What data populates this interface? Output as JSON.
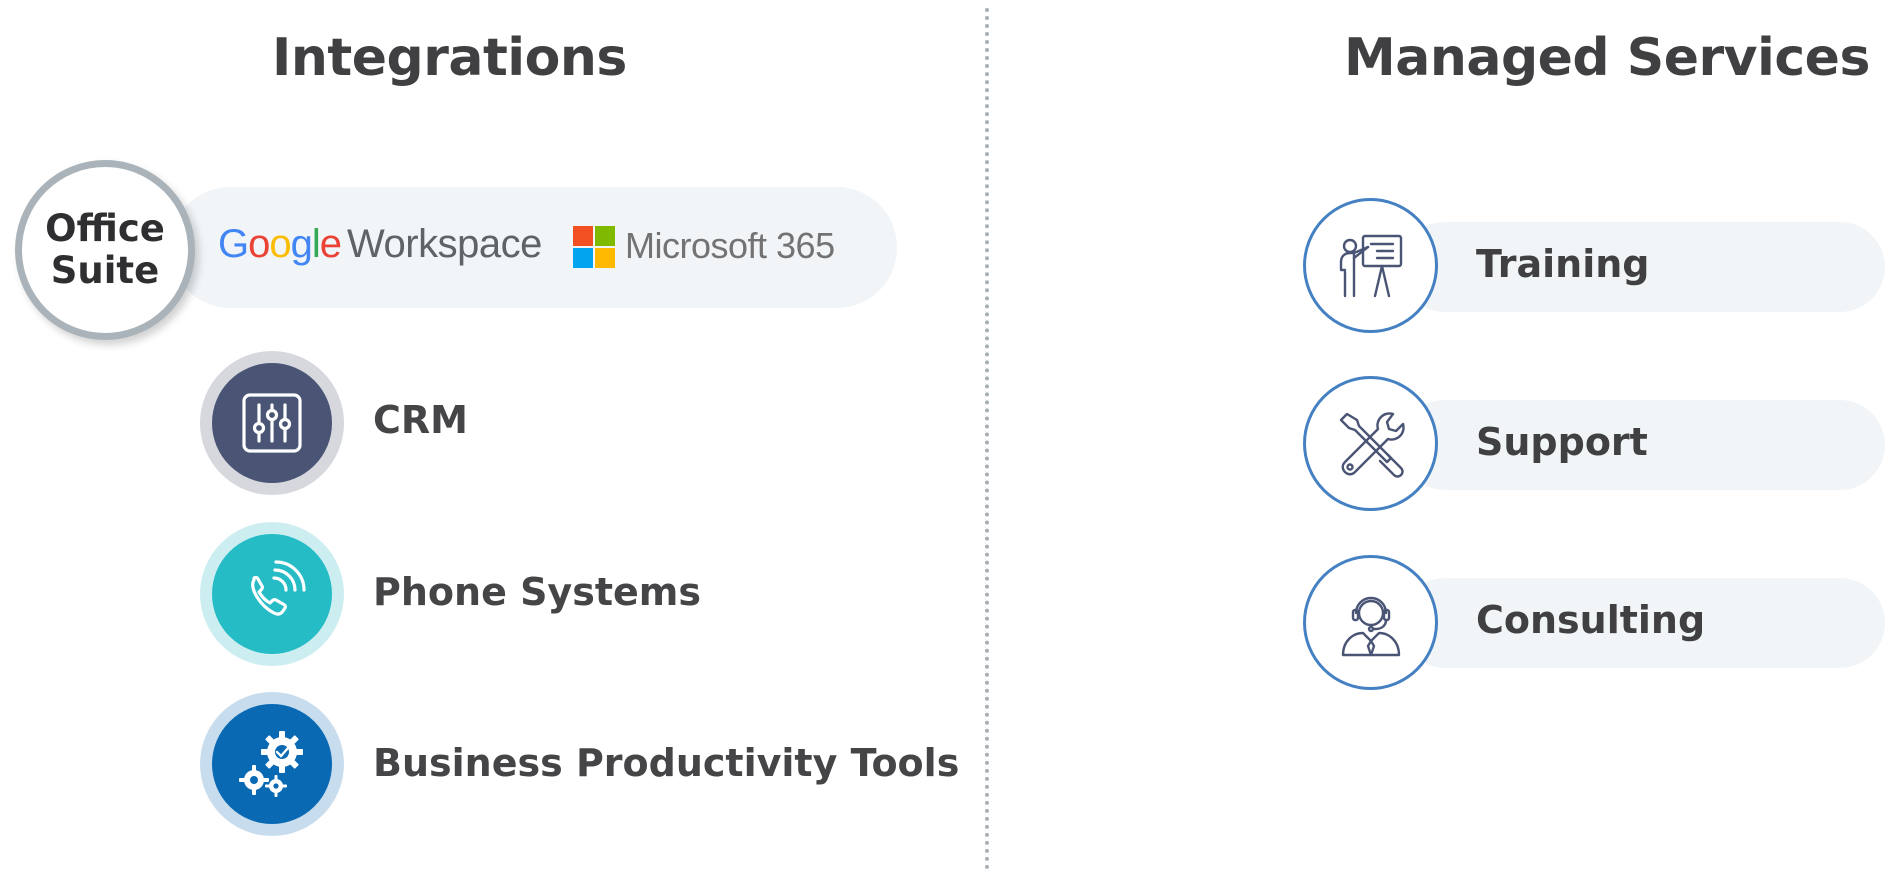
{
  "integrations": {
    "title": "Integrations",
    "office_suite": {
      "badge_line1": "Office",
      "badge_line2": "Suite",
      "google_letters": [
        "G",
        "o",
        "o",
        "g",
        "l",
        "e"
      ],
      "google_product": "Workspace",
      "microsoft_label": "Microsoft 365",
      "microsoft_colors": [
        "#f25022",
        "#7fba00",
        "#00a4ef",
        "#ffb900"
      ]
    },
    "items": [
      {
        "label": "CRM",
        "icon": "sliders-icon",
        "core_color": "#4a5474",
        "ring_color": "#d6d8de"
      },
      {
        "label": "Phone Systems",
        "icon": "phone-icon",
        "core_color": "#25bcc6",
        "ring_color": "#cdeef1"
      },
      {
        "label": "Business Productivity Tools",
        "icon": "gears-icon",
        "core_color": "#0a69b3",
        "ring_color": "#c7dced"
      }
    ]
  },
  "managed_services": {
    "title": "Managed Services",
    "accent_color": "#4480c2",
    "items": [
      {
        "label": "Training",
        "icon": "presentation-icon"
      },
      {
        "label": "Support",
        "icon": "tools-icon"
      },
      {
        "label": "Consulting",
        "icon": "headset-agent-icon"
      }
    ]
  }
}
